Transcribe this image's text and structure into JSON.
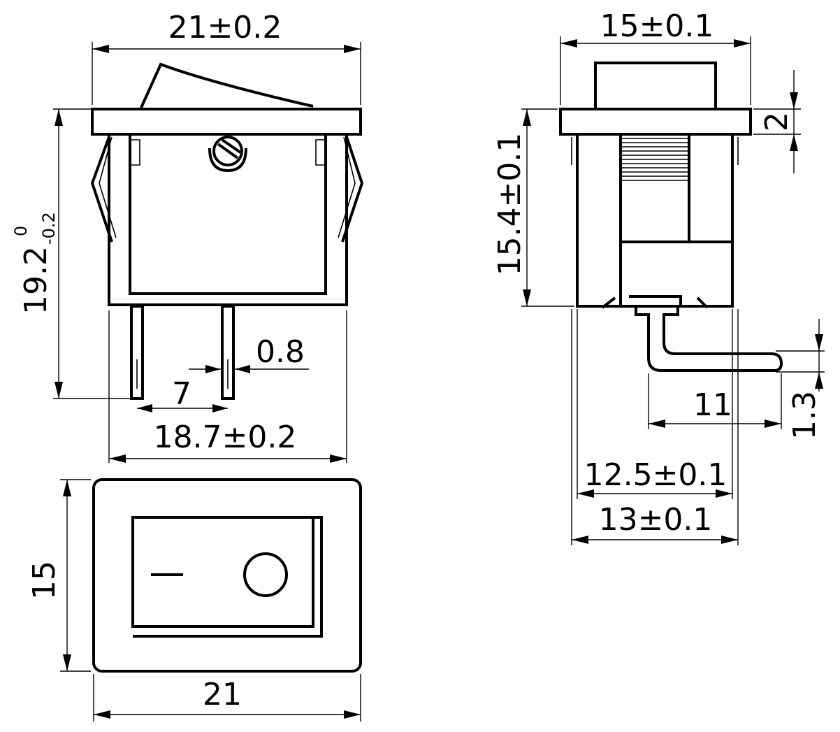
{
  "diagram": {
    "front_view": {
      "width_label": "21±0.2",
      "height_main": "19.2",
      "height_sup": "0",
      "height_sub": "-0.2",
      "pin_thickness_label": "0.8",
      "pin_spacing_label": "7",
      "bottom_width_label": "18.7±0.2"
    },
    "top_view": {
      "height_label": "15",
      "width_label": "21",
      "on_symbol": "—",
      "off_symbol": "○"
    },
    "side_view": {
      "top_width_label": "15±0.1",
      "flange_label": "2",
      "body_height_label": "15.4±0.1",
      "terminal_length_label": "11",
      "terminal_offset_label": "1.3",
      "inner_width_label": "12.5±0.1",
      "outer_width_label": "13±0.1"
    }
  }
}
